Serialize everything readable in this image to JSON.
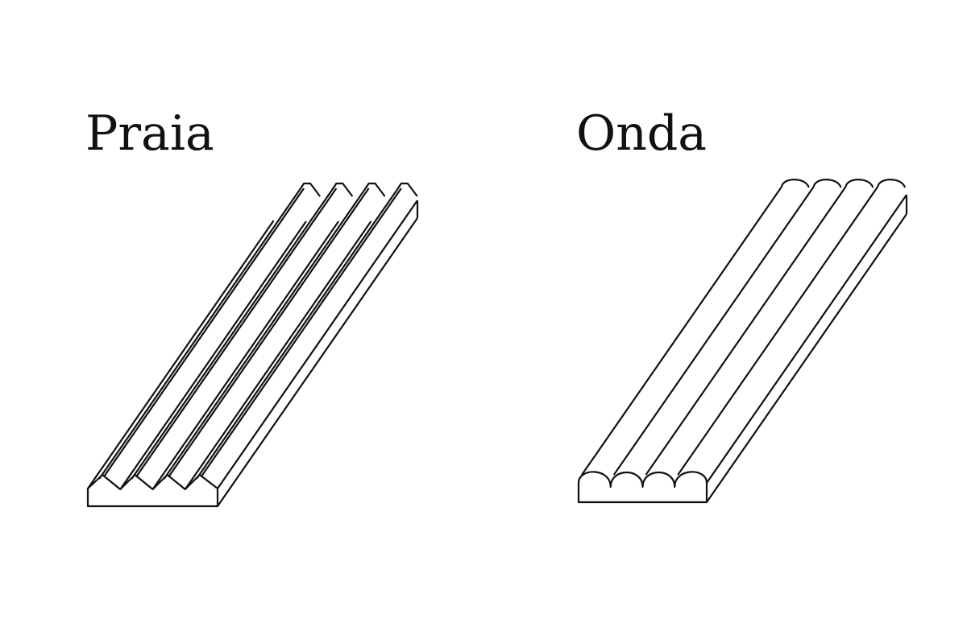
{
  "profiles": [
    {
      "name": "Praia",
      "shape": "triangular-ridges",
      "ridge_count": 4
    },
    {
      "name": "Onda",
      "shape": "rounded-ridges",
      "ridge_count": 4
    }
  ],
  "colors": {
    "line": "#111111",
    "background": "#ffffff"
  }
}
